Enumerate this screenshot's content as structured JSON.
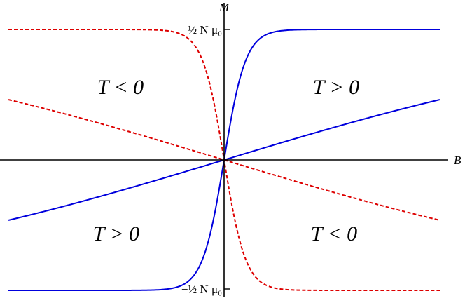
{
  "chart_data": {
    "type": "line",
    "xlabel": "B",
    "ylabel": "M",
    "xlim": [
      -1,
      1
    ],
    "ylim": [
      -1,
      1
    ],
    "y_ticks": [
      {
        "value": 1,
        "label": "½ N μ₀"
      },
      {
        "value": -1,
        "label": "−½ N μ₀"
      }
    ],
    "regions": [
      {
        "label": "T < 0",
        "quadrant": "top-left"
      },
      {
        "label": "T > 0",
        "quadrant": "top-right"
      },
      {
        "label": "T > 0",
        "quadrant": "bottom-left"
      },
      {
        "label": "T < 0",
        "quadrant": "bottom-right"
      }
    ],
    "series": [
      {
        "function": "tanh",
        "k": 10,
        "style": "solid",
        "color": "#0000dd"
      },
      {
        "function": "tanh",
        "k": 0.5,
        "style": "solid",
        "color": "#0000dd"
      },
      {
        "function": "tanh",
        "k": -10,
        "style": "dashed",
        "color": "#dd0000"
      },
      {
        "function": "tanh",
        "k": -0.5,
        "style": "dashed",
        "color": "#dd0000"
      }
    ]
  }
}
